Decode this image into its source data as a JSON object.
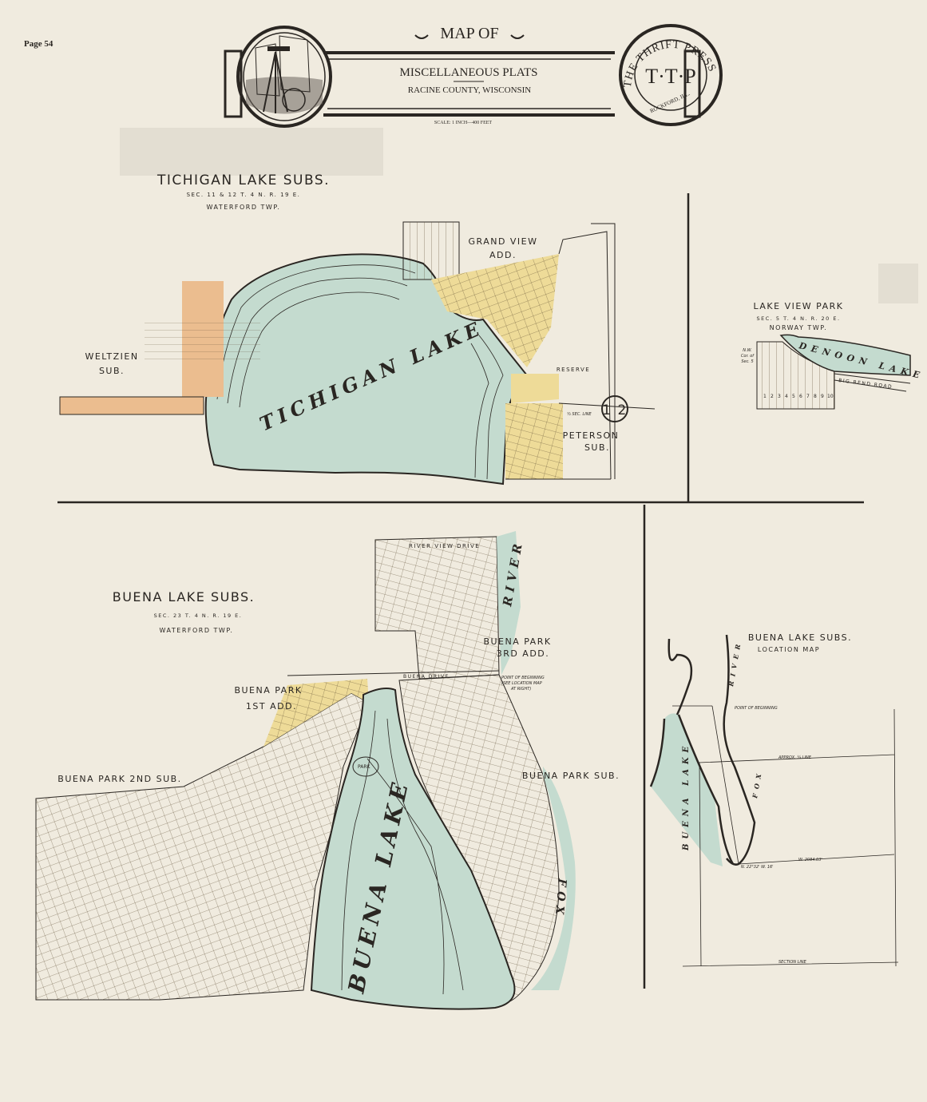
{
  "page_number": "Page 54",
  "header": {
    "map_of": "MAP OF",
    "title": "MISCELLANEOUS PLATS",
    "subtitle": "RACINE COUNTY, WISCONSIN",
    "scale": "SCALE: 1 INCH—400 FEET",
    "seal_right": {
      "top": "THE THRIFT PRESS",
      "monogram": "T·T·P",
      "bottom": "ROCKFORD, ILL."
    }
  },
  "colors": {
    "paper": "#f0ebdf",
    "water": "#c4dbcf",
    "lots_yellow": "#eedb98",
    "lots_orange": "#ebbd8f",
    "ink": "#2a2622"
  },
  "tichigan": {
    "title": "TICHIGAN LAKE SUBS.",
    "section": "SEC. 11 & 12   T. 4 N.   R. 19 E.",
    "township": "WATERFORD TWP.",
    "lake": "TICHIGAN LAKE",
    "weltzien": [
      "WELTZIEN",
      "SUB."
    ],
    "grand_view": [
      "GRAND VIEW",
      "ADD."
    ],
    "peterson": [
      "PETERSON",
      "SUB."
    ],
    "reserve": "RESERVE",
    "section_marker": "1 2",
    "sec_line": "½ SEC. LINE"
  },
  "lake_view_park": {
    "title": "LAKE VIEW PARK",
    "section": "SEC. 5   T. 4 N.   R. 20 E.",
    "township": "NORWAY TWP.",
    "lake": "DENOON LAKE",
    "road": "BIG BEND ROAD",
    "corner_note": [
      "N.W.",
      "Cor. of",
      "Sec. 5"
    ],
    "lots": [
      "1",
      "2",
      "3",
      "4",
      "5",
      "6",
      "7",
      "8",
      "9",
      "10"
    ]
  },
  "buena": {
    "title": "BUENA LAKE SUBS.",
    "section": "SEC. 23   T. 4 N.   R. 19 E.",
    "township": "WATERFORD TWP.",
    "lake": "BUENA LAKE",
    "river": "RIVER",
    "fox": "FOX",
    "river_view_drive": "RIVER VIEW DRIVE",
    "buena_drive": "BUENA DRIVE",
    "park": "PARK",
    "point_of_beginning": [
      "POINT OF BEGINNING",
      "(SEE LOCATION MAP",
      "AT RIGHT)"
    ],
    "subdivisions": {
      "third_add": [
        "BUENA PARK",
        "3RD ADD."
      ],
      "first_add": [
        "BUENA PARK",
        "1ST ADD."
      ],
      "second_sub": "BUENA PARK 2ND SUB.",
      "park_sub": "BUENA PARK SUB."
    }
  },
  "location_map": {
    "title": "BUENA LAKE SUBS.",
    "subtitle": "LOCATION MAP",
    "lake": "BUENA LAKE",
    "river": "RIVER",
    "fox": "FOX",
    "point_of_beginning": "POINT OF BEGINNING",
    "quarter_line": "APPROX. ¼ LINE",
    "section_line": "SECTION LINE",
    "bearing": "W. 2084.03'",
    "bearing2": "N. 22°32' W. 16'"
  }
}
